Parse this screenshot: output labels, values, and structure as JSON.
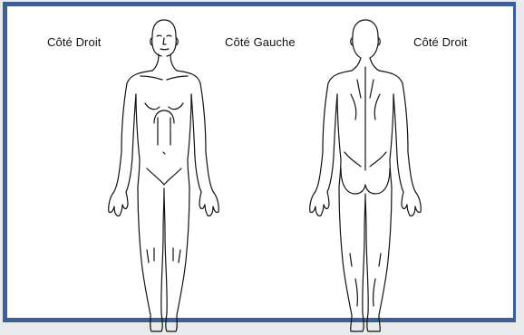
{
  "labels": {
    "front_right": "Côté Droit",
    "center_left": "Côté Gauche",
    "back_right": "Côté Droit"
  },
  "colors": {
    "frame_border": "#3d5f96",
    "background": "#ffffff",
    "outside": "#e9eaec",
    "line": "#111111"
  }
}
